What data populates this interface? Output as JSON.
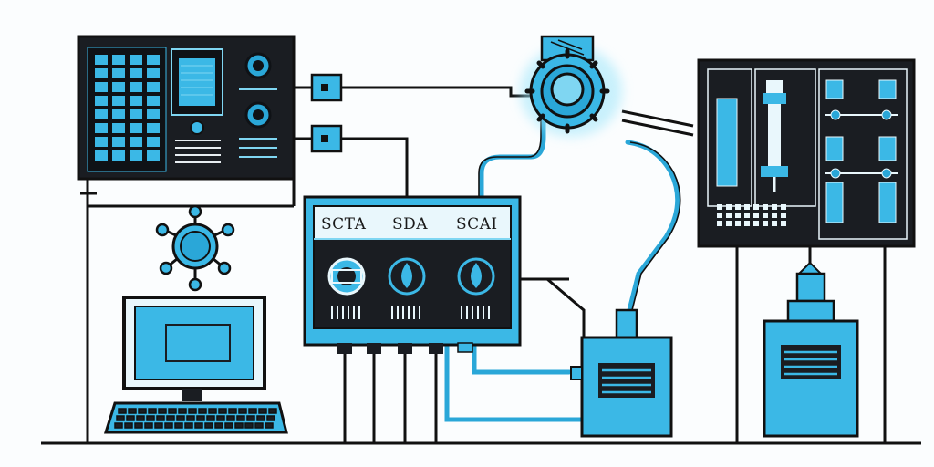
{
  "colors": {
    "ink": "#111111",
    "panel": "#1a1d22",
    "cyan": "#3bb8e6",
    "cyan_light": "#7fd6f2",
    "cyan_glow": "#9fe6fb",
    "paper": "#fbfdfe"
  },
  "main_panel": {
    "labels": [
      "SCTA",
      "SDA",
      "SCAI"
    ]
  },
  "icons": [
    "gear-hub-icon",
    "motor-icon",
    "pump-icon",
    "monitor-icon",
    "keyboard-icon"
  ]
}
